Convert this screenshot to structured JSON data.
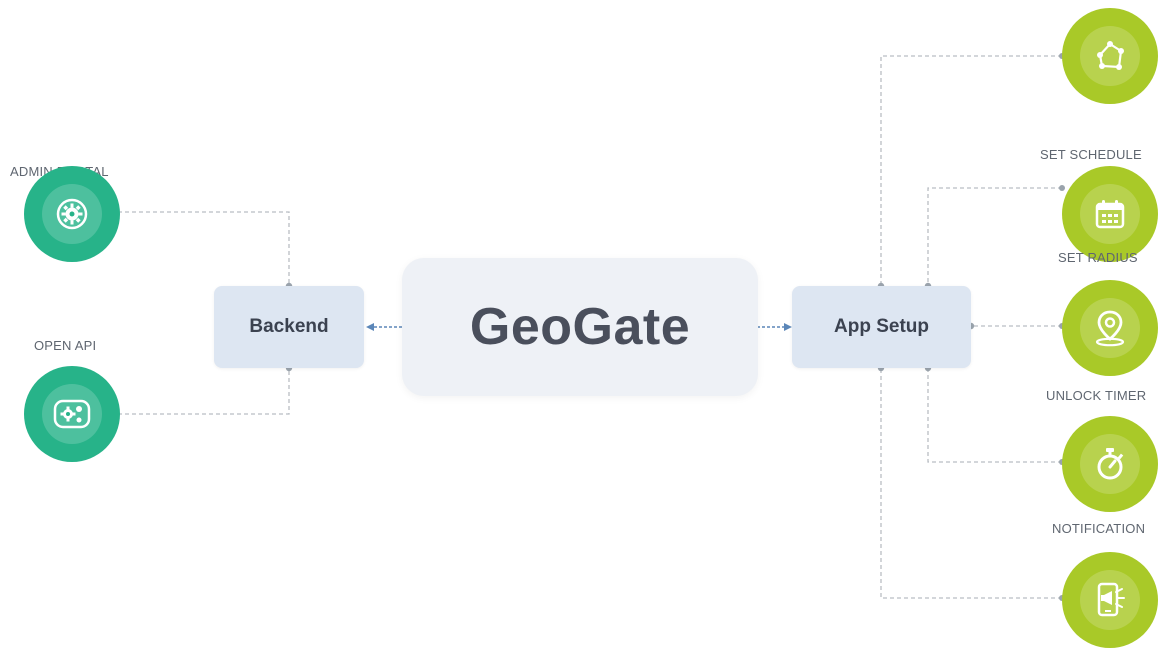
{
  "center": {
    "title": "GeoGate"
  },
  "hubs": {
    "backend": "Backend",
    "app_setup": "App Setup"
  },
  "left_nodes": [
    {
      "label": "ADMIN PORTAL",
      "icon": "gear-wrench-icon",
      "color": "#27b389"
    },
    {
      "label": "OPEN API",
      "icon": "gears-icon",
      "color": "#27b389"
    }
  ],
  "right_nodes": [
    {
      "label": "SET SCHEDULE",
      "icon": "polygon-nodes-icon",
      "color": "#a9c928"
    },
    {
      "label": "SET  RADIUS",
      "icon": "calendar-icon",
      "color": "#a9c928"
    },
    {
      "label": "UNLOCK TIMER",
      "icon": "map-pin-icon",
      "color": "#a9c928"
    },
    {
      "label": "NOTIFICATION",
      "icon": "stopwatch-icon",
      "color": "#a9c928"
    },
    {
      "label": "",
      "icon": "phone-megaphone-icon",
      "color": "#a9c928"
    }
  ]
}
